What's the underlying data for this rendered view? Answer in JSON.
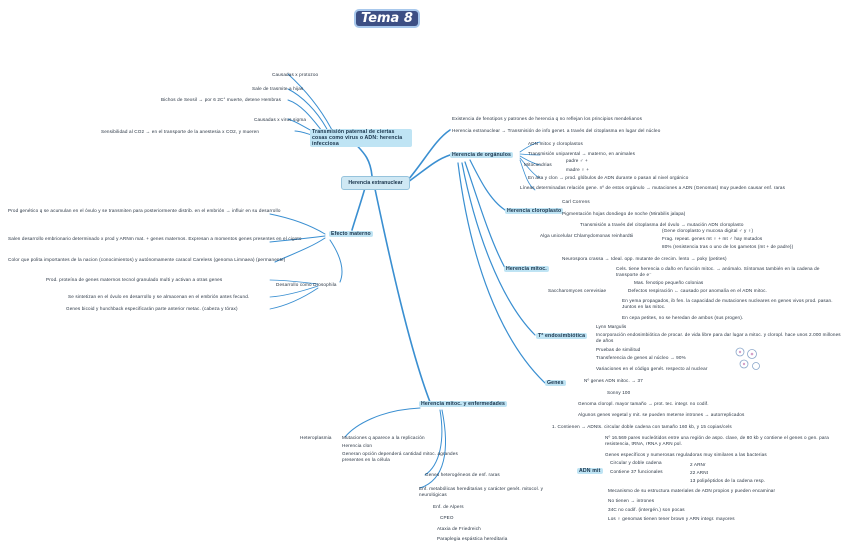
{
  "title": "Tema 8",
  "root": "Herencia extranuclear",
  "left_top": {
    "label": "Transmisión paternal de ciertas cosas como virus o ADN: herencia infecciosa",
    "items": [
      "Causadas x protozoo",
      "Sale de trasmite a hijas",
      "Bichos de Sexsil → por 6 2C° muerte, detene Hembras",
      "Causadas x virus sigma",
      "Sensibilidad al CO2 → en el transporte de la anestesia x CO2, y mueren"
    ]
  },
  "left_mid": {
    "label": "Efecto materno",
    "items": [
      "Prod genético q se acumulan en el óvulo y se transmiten para posteriormente distrib. en el embrión → influir en su desarrollo",
      "Salen desarrollo embrionario determinado x prod y ARNm mat. + genes maternos. Expresan a momentos genes presentes en el cigoto",
      "Color que polita importantes de la nacion (conocimientos) y autónomamente caracol Careless (genoma Limnaea) (permanente)",
      "Prod. proteína de genes maternos tecnol granulado multi y activan a otras genes",
      "Se sintetizan en el óvulo en desarrollo y se almacenan en el embrión antes fecund.",
      "Genes bicoid y hunchback especificarán parte anterior metac. (cabeza y tórax)"
    ],
    "sub_label": "Desarrollo como Drosophila"
  },
  "right_top": {
    "items": [
      "Existencia de fenotipos y patrones de herencia q no reflejan los principios mendelianos",
      "Herencia extranuclear → Transmisión de info genet. a través del citoplasma en lugar del núcleo"
    ]
  },
  "organulos": {
    "label": "Herencia de orgánulos",
    "items": [
      "ADN mitoc y cloroplastos",
      "Transmisión uniparental → materno, en animales",
      "Mitocondrias",
      "padre ♂ +",
      "madre ♀ +",
      "En alta y clon → prod. glóbulos de ADN durante o pasan al nivel orgánico",
      "Líneas determinadas relación gene. nº de estos orgánulo → mutaciones a ADN (Genomas) muy pueden causar enf. raras"
    ]
  },
  "cloroplastos": {
    "label": "Herencia cloroplasto",
    "items": [
      "Carl Correns",
      "Pigmentación hojas dondiego de noche (Mirabilis jalapa)",
      "Transmisión a través del citoplasma del óvulo → mutación ADN cloroplasto",
      "Alga unicelular Chlamydomonas reinhardtii",
      "(Gene cloroplasto y mucosa digital ♂ y ♀)",
      "Frag. repeat. genes mt ♀ + mt ♂ hay mutados",
      "80% (resistencia tras o uno de los gametos (mt + de padre))"
    ]
  },
  "mitocondrial": {
    "label": "Herencia mitoc.",
    "items": [
      "Neurospora crassa → Ideal. opp. mutante de crecim. lento → poky (petites)",
      "Cels. tiene herencia o daño en función mitoc. → anómalo. Síntomas también en la cadena de transporte de e⁻",
      "Mas. fenotipo pequeño colonias",
      "Saccharomyces cerevisiae",
      "Defectos respiración ← causado por anomalía en el ADN mitoc.",
      "En yema propagados, ib fen. la capacidad de mutaciones nucleares en genes vivos prod. pasan. Juntos en las mitoc.",
      "En cepa petites, no se heredan de ambos (sus progen)."
    ]
  },
  "endosimbiotica": {
    "label": "Tª endosimbiótica",
    "items": [
      "Lynn Margulis",
      "Incorporación endosimbiótica de procar. de vida libre para dar lugar a mitoc. y cloropl. hace unos 2.000 millones de años",
      "Pruebas de similitud",
      "Transferencia de genes al núcleo → 90%",
      "Variaciones en el código genét. respecto al nuclear"
    ]
  },
  "genes": {
    "label": "Genes",
    "items": [
      "Nº genes ADN mitoc. → 37",
      "Sonny 100",
      "Genoma cloropl. mayor tamaño → prot. tec. integr. no codif.",
      "Algunos genes vegetal y mit. se pueden meterse intrones → autorreplicados",
      "1. Contienen → ADNts. circular doble cadena con tamaño 160 kb, y 15 copias/cels",
      "Nº 16.569 pares nucleótidos entre una región de aspo. clave, de 80 kb y contiene el genes o gen. para resistencia, tRNA, rRNA y ARN pol.",
      "Genes específicos y numerosas reguladoras muy similares a las bacterias",
      "Circular y doble cadena",
      "2 ARNr",
      "Contiene 37 funcionales",
      "22 ARNt",
      "13 polipéptidos de la cadena resp.",
      "Mecanismo de su estructura materiales de ADN propios y pueden encaminar",
      "No tienen → intrones",
      "34C no codif. (intergén.) son pocas",
      "Los ♀ genomas tienen tener brown y ARN integr. mayores"
    ],
    "sub_label": "ADN mit"
  },
  "enfermedades": {
    "label": "Herencia mitoc. y enfermedades",
    "heteroplasmia": "Heteroplasmia",
    "items": [
      "Mutaciones q aparece a la replicación",
      "Herencia clon",
      "Generan opción dependerá cantidad mitoc. agrandes presentes en la célula",
      "Genes heterogéneos de enf. raras",
      "Enf. metabólicas hereditarias y carácter genét. mitocol. y neurológicas",
      "Enf. de Alpers",
      "CPEO",
      "Ataxia de Friedreich",
      "Paraplegia espástica hereditaria"
    ]
  },
  "colors": {
    "line": "#3a8fd1",
    "highlight": "#bfe4f4",
    "title_bg": "#3d4f84"
  }
}
